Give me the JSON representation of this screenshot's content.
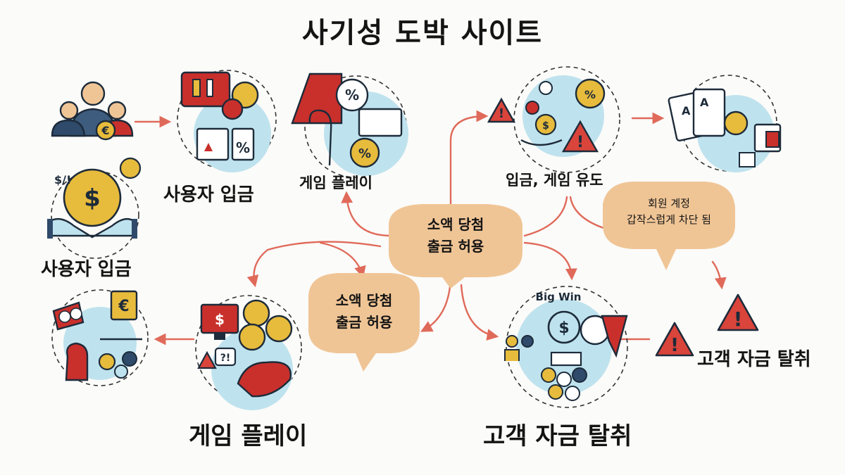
{
  "title": "사기성 도박 사이트",
  "labels": {
    "user_deposit_top": "사용자 입금",
    "game_play_top": "게임 플레이",
    "user_deposit_left": "사용자 입금",
    "deposit_lure": "입금, 게임 유도",
    "game_play_bottom": "게임 플레이",
    "customer_theft_bottom": "고객 자금 탈취",
    "customer_theft_right": "고객 자금 탈취"
  },
  "bubbles": {
    "center": {
      "line1": "소액 당첨",
      "line2": "출금 허용"
    },
    "lower": {
      "line1": "소액 당첨",
      "line2": "출금 허용"
    },
    "blocked": {
      "line1": "회원 계정",
      "line2": "갑작스럽게 차단 됨"
    }
  },
  "icon_text": {
    "big_win": "Big Win",
    "euro": "€",
    "dollar": "$",
    "percent": "%",
    "question": "?!",
    "exclaim": "!",
    "money_sign": "$/!",
    "card_a": "A"
  },
  "colors": {
    "accent_circle": "#bfe3ee",
    "arrow": "#e06a5a",
    "warning": "#d9443b",
    "bubble": "#f0c596",
    "coin": "#e7bb3c",
    "dark_red": "#c9302c"
  }
}
